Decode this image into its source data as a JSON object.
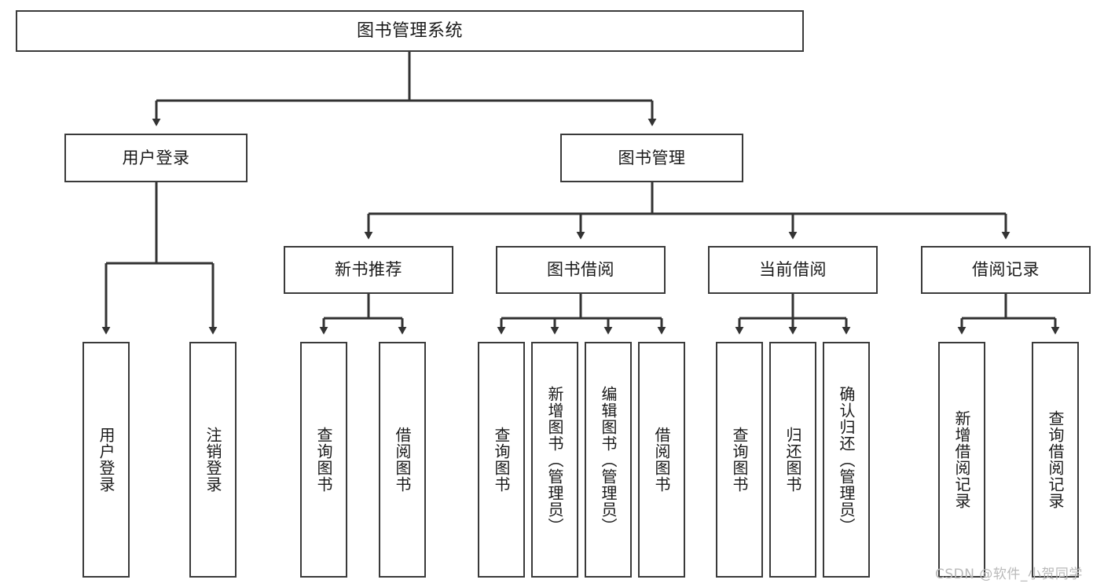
{
  "diagram": {
    "type": "tree-hierarchy",
    "title": "图书管理系统",
    "root": {
      "id": "root",
      "label": "图书管理系统"
    },
    "level1": [
      {
        "id": "user-login",
        "label": "用户登录"
      },
      {
        "id": "book-management",
        "label": "图书管理"
      }
    ],
    "level2": [
      {
        "id": "new-book-recommend",
        "label": "新书推荐",
        "parent": "book-management"
      },
      {
        "id": "book-borrow",
        "label": "图书借阅",
        "parent": "book-management"
      },
      {
        "id": "current-borrow",
        "label": "当前借阅",
        "parent": "book-management"
      },
      {
        "id": "borrow-record",
        "label": "借阅记录",
        "parent": "book-management"
      }
    ],
    "leaves": [
      {
        "id": "leaf-user-login",
        "label": "用户登录",
        "parent": "user-login"
      },
      {
        "id": "leaf-user-logout",
        "label": "注销登录",
        "parent": "user-login"
      },
      {
        "id": "leaf-query-book-1",
        "label": "查询图书",
        "parent": "new-book-recommend"
      },
      {
        "id": "leaf-borrow-book-1",
        "label": "借阅图书",
        "parent": "new-book-recommend"
      },
      {
        "id": "leaf-query-book-2",
        "label": "查询图书",
        "parent": "book-borrow"
      },
      {
        "id": "leaf-add-book",
        "label": "新增图书（管理员）",
        "parent": "book-borrow"
      },
      {
        "id": "leaf-edit-book",
        "label": "编辑图书（管理员）",
        "parent": "book-borrow"
      },
      {
        "id": "leaf-borrow-book-2",
        "label": "借阅图书",
        "parent": "book-borrow"
      },
      {
        "id": "leaf-query-book-3",
        "label": "查询图书",
        "parent": "current-borrow"
      },
      {
        "id": "leaf-return-book",
        "label": "归还图书",
        "parent": "current-borrow"
      },
      {
        "id": "leaf-confirm-return",
        "label": "确认归还（管理员）",
        "parent": "current-borrow"
      },
      {
        "id": "leaf-add-record",
        "label": "新增借阅记录",
        "parent": "borrow-record"
      },
      {
        "id": "leaf-query-record",
        "label": "查询借阅记录",
        "parent": "borrow-record"
      }
    ],
    "colors": {
      "box_border": "#3a3a3a",
      "box_fill": "#ffffff",
      "connector": "#333333",
      "text": "#1a1a1a",
      "watermark": "#b9b9b9",
      "background": "#ffffff"
    }
  },
  "watermark": {
    "text": "CSDN @软件_小贺同学"
  }
}
